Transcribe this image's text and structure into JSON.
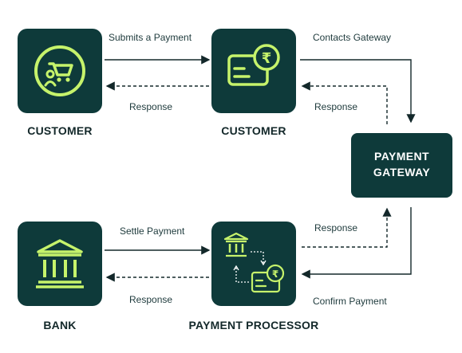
{
  "nodes": {
    "customer_left": {
      "caption": "CUSTOMER",
      "icon": "shopping-cart-person-icon"
    },
    "customer_right": {
      "caption": "CUSTOMER",
      "icon": "rupee-card-icon"
    },
    "gateway": {
      "line1": "PAYMENT",
      "line2": "GATEWAY"
    },
    "bank": {
      "caption": "BANK",
      "icon": "bank-building-icon"
    },
    "processor": {
      "caption": "PAYMENT PROCESSOR",
      "icon": "bank-transfer-icon"
    }
  },
  "edges": {
    "submits": "Submits a Payment",
    "response_top": "Response",
    "contacts_gateway": "Contacts Gateway",
    "response_gateway_top": "Response",
    "settle": "Settle Payment",
    "response_bottom": "Response",
    "response_gateway_bottom": "Response",
    "confirm": "Confirm Payment"
  },
  "colors": {
    "box": "#0e3a3a",
    "accent": "#c6f36b",
    "text": "#13282a"
  }
}
